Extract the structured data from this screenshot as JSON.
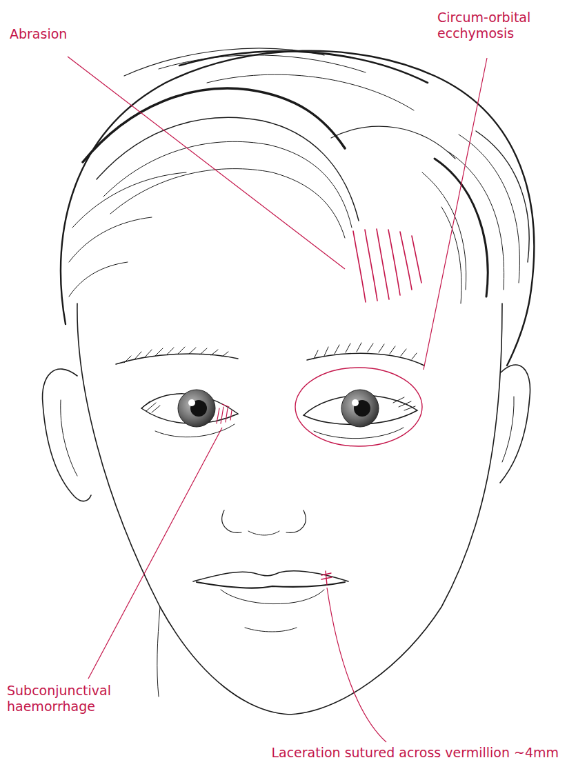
{
  "diagram": {
    "labels": [
      "Abrasion",
      "Circum-orbital ecchymosis",
      "Subconjunctival haemorrhage",
      "Laceration sutured across vermillion ~4mm"
    ]
  }
}
